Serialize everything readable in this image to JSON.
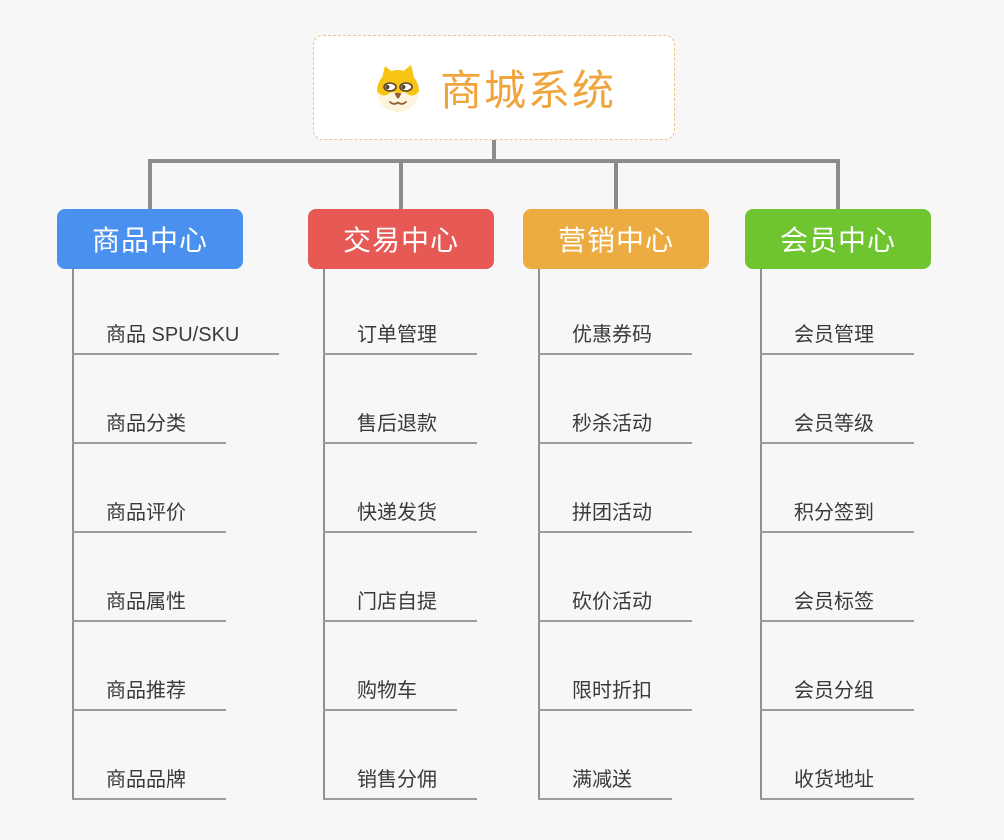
{
  "page": {
    "background": "#f7f7f7"
  },
  "root": {
    "label": "商城系统",
    "icon": "shiba-dog-icon",
    "text_color": "#f0a43c",
    "border_color": "#f2c186",
    "background": "#ffffff"
  },
  "connectors": {
    "line_color": "#8c8c8c",
    "underline_color": "#9c9c9c"
  },
  "item_text_color": "#3a3a3e",
  "branches": [
    {
      "label": "商品中心",
      "color": "#4a90ee",
      "items": [
        "商品 SPU/SKU",
        "商品分类",
        "商品评价",
        "商品属性",
        "商品推荐",
        "商品品牌"
      ]
    },
    {
      "label": "交易中心",
      "color": "#e65955",
      "items": [
        "订单管理",
        "售后退款",
        "快递发货",
        "门店自提",
        "购物车",
        "销售分佣"
      ]
    },
    {
      "label": "营销中心",
      "color": "#ecac42",
      "items": [
        "优惠券码",
        "秒杀活动",
        "拼团活动",
        "砍价活动",
        "限时折扣",
        "满减送"
      ]
    },
    {
      "label": "会员中心",
      "color": "#6ec52f",
      "items": [
        "会员管理",
        "会员等级",
        "积分签到",
        "会员标签",
        "会员分组",
        "收货地址"
      ]
    }
  ]
}
